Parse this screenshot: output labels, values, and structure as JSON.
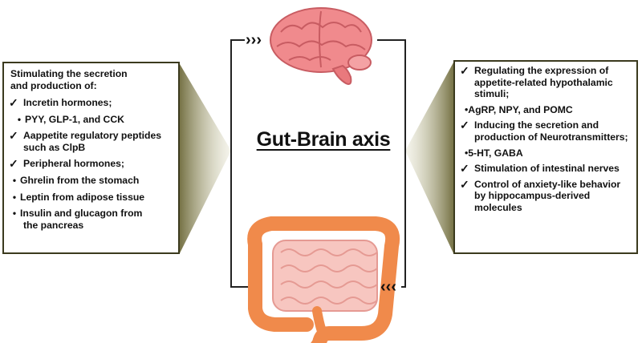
{
  "title": "Gut-Brain axis",
  "left_panel": {
    "heading_line1": "Stimulating the secretion",
    "heading_line2": "and production of:",
    "items": [
      {
        "kind": "check",
        "text": "Incretin hormones;"
      },
      {
        "kind": "dot",
        "text": "PYY, GLP-1, and CCK"
      },
      {
        "kind": "check",
        "text": "Aappetite regulatory peptides"
      },
      {
        "kind": "cont",
        "text": "such as ClpB"
      },
      {
        "kind": "check",
        "text": "Peripheral hormones;"
      },
      {
        "kind": "bullet",
        "text": "Ghrelin from the stomach"
      },
      {
        "kind": "bullet",
        "text": "Leptin from adipose tissue"
      },
      {
        "kind": "bullet",
        "text": "Insulin and glucagon from"
      },
      {
        "kind": "cont2",
        "text": "the pancreas"
      }
    ]
  },
  "right_panel": {
    "items": [
      {
        "kind": "check",
        "text": "Regulating the expression of"
      },
      {
        "kind": "cont",
        "text": "appetite-related hypothalamic"
      },
      {
        "kind": "cont",
        "text": "stimuli;"
      },
      {
        "kind": "sub",
        "text": "•AgRP, NPY, and POMC"
      },
      {
        "kind": "check",
        "text": "Inducing the secretion and"
      },
      {
        "kind": "cont",
        "text": "production of Neurotransmitters;"
      },
      {
        "kind": "sub",
        "text": "•5-HT, GABA"
      },
      {
        "kind": "check",
        "text": "Stimulation of intestinal nerves"
      },
      {
        "kind": "check",
        "text": "Control of anxiety-like behavior"
      },
      {
        "kind": "cont",
        "text": "by hippocampus-derived"
      },
      {
        "kind": "cont",
        "text": "molecules"
      }
    ]
  },
  "arrows": {
    "top": "›››",
    "bottom": "‹‹‹"
  },
  "colors": {
    "border": "#3b3a1e",
    "brain": "#f08a8d",
    "brain_dark": "#d4636a",
    "gut": "#f08a4b",
    "gut_inner": "#f7c6c0"
  }
}
